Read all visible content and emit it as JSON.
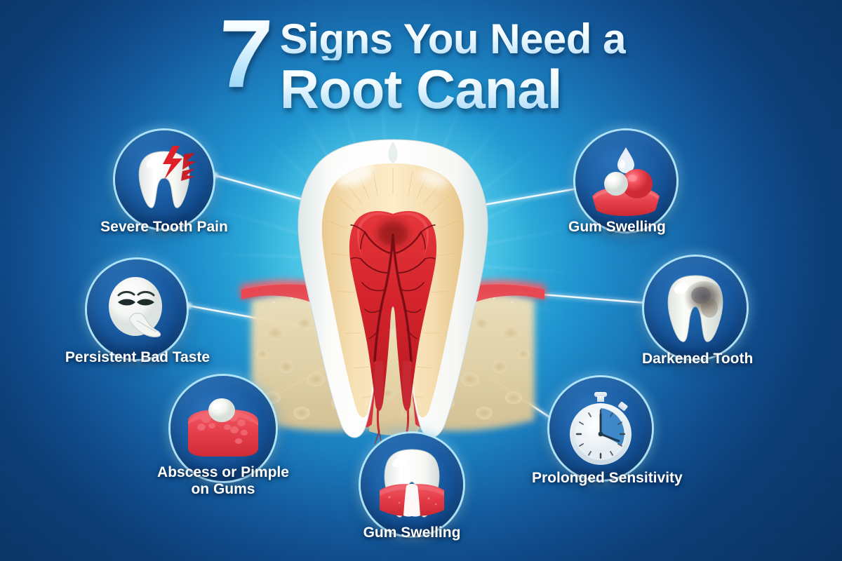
{
  "title": {
    "number": "7",
    "line1": "Signs You Need a",
    "line2": "Root Canal"
  },
  "colors": {
    "background_deep_blue": "#0f4a8c",
    "background_corner_blue": "#145a9e",
    "center_glow_cyan": "#46c9e8",
    "badge_navy": "#16529b",
    "badge_ring": "#bfeeff",
    "label_white": "#ffffff",
    "pulp_red": "#d8232a",
    "gum_red": "#e8414a",
    "dentin_cream": "#f3d9a8",
    "enamel_white": "#fdfdfb",
    "bone_tan": "#e6d5ad",
    "stopwatch_blue": "#2f7fc4"
  },
  "center_illustration": {
    "name": "tooth-cross-section",
    "parts": [
      "enamel",
      "dentin",
      "pulp chamber",
      "blood vessels",
      "root canals",
      "gum tissue",
      "jaw bone"
    ]
  },
  "signs": [
    {
      "id": "severe-tooth-pain",
      "label": "Severe Tooth Pain",
      "icon": "tooth-with-pain-bolts-icon",
      "position": "top-left"
    },
    {
      "id": "persistent-bad-taste",
      "label": "Persistent Bad Taste",
      "icon": "face-tongue-out-icon",
      "position": "middle-left"
    },
    {
      "id": "abscess-or-pimple-on-gums",
      "label": "Abscess or Pimple\non Gums",
      "icon": "gum-abscess-pimple-icon",
      "position": "bottom-left"
    },
    {
      "id": "gum-swelling-bottom",
      "label": "Gum Swelling",
      "icon": "tooth-with-swollen-gums-icon",
      "position": "bottom-center"
    },
    {
      "id": "prolonged-sensitivity",
      "label": "Prolonged Sensitivity",
      "icon": "stopwatch-icon",
      "position": "bottom-right"
    },
    {
      "id": "darkened-tooth",
      "label": "Darkened Tooth",
      "icon": "discolored-tooth-icon",
      "position": "middle-right"
    },
    {
      "id": "gum-swelling-top",
      "label": "Gum Swelling",
      "icon": "swollen-gum-with-droplet-icon",
      "position": "top-right"
    }
  ]
}
